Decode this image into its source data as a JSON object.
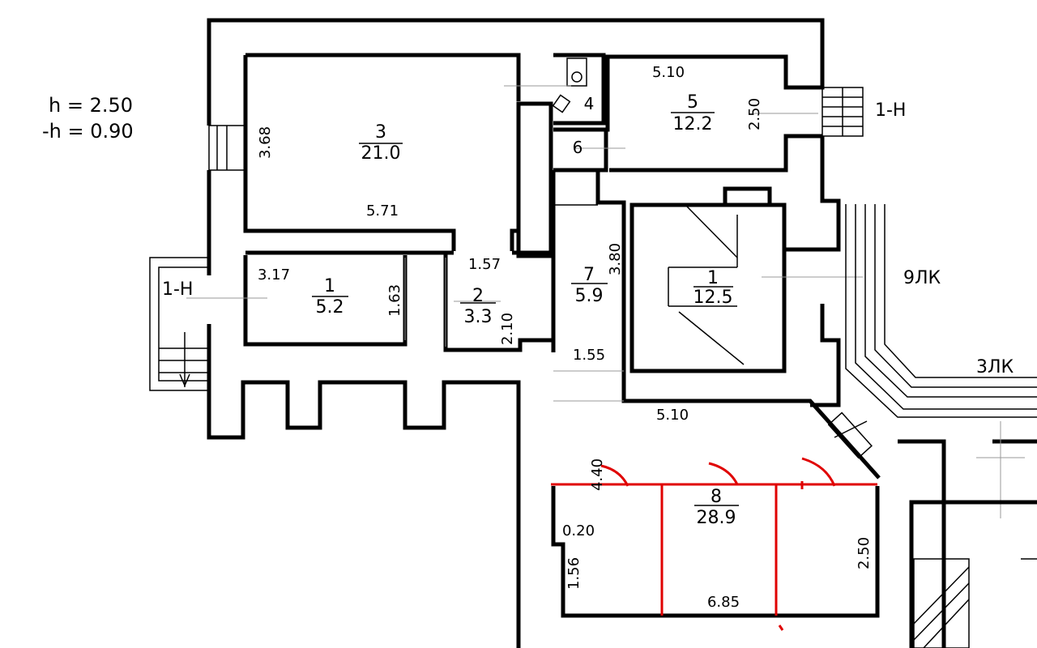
{
  "legend": {
    "height": "h  =  2.50",
    "under_height": "-h  =  0.90"
  },
  "rooms": [
    {
      "id": "room-3",
      "number": "3",
      "area": "21.0"
    },
    {
      "id": "room-5",
      "number": "5",
      "area": "12.2"
    },
    {
      "id": "room-1-left",
      "number": "1",
      "area": "5.2"
    },
    {
      "id": "room-2",
      "number": "2",
      "area": "3.3"
    },
    {
      "id": "room-7",
      "number": "7",
      "area": "5.9"
    },
    {
      "id": "room-1-stair",
      "number": "1",
      "area": "12.5"
    },
    {
      "id": "room-8",
      "number": "8",
      "area": "28.9"
    }
  ],
  "small_rooms": {
    "room_4": "4",
    "room_6": "6"
  },
  "dimensions": {
    "d368": "3.68",
    "d571": "5.71",
    "d510_top": "5.10",
    "d250_r5": "2.50",
    "d317": "3.17",
    "d163": "1.63",
    "d157": "1.57",
    "d210": "2.10",
    "d380": "3.80",
    "d155": "1.55",
    "d510_mid": "5.10",
    "d440": "4.40",
    "d020": "0.20",
    "d156": "1.56",
    "d685": "6.85",
    "d250_r8": "2.50"
  },
  "exits": {
    "right": "1-H",
    "left": "1-H",
    "stair_9": "9ЛК",
    "stair_3": "3ЛК"
  },
  "colors": {
    "walls": "#000000",
    "partition": "#e00000"
  }
}
